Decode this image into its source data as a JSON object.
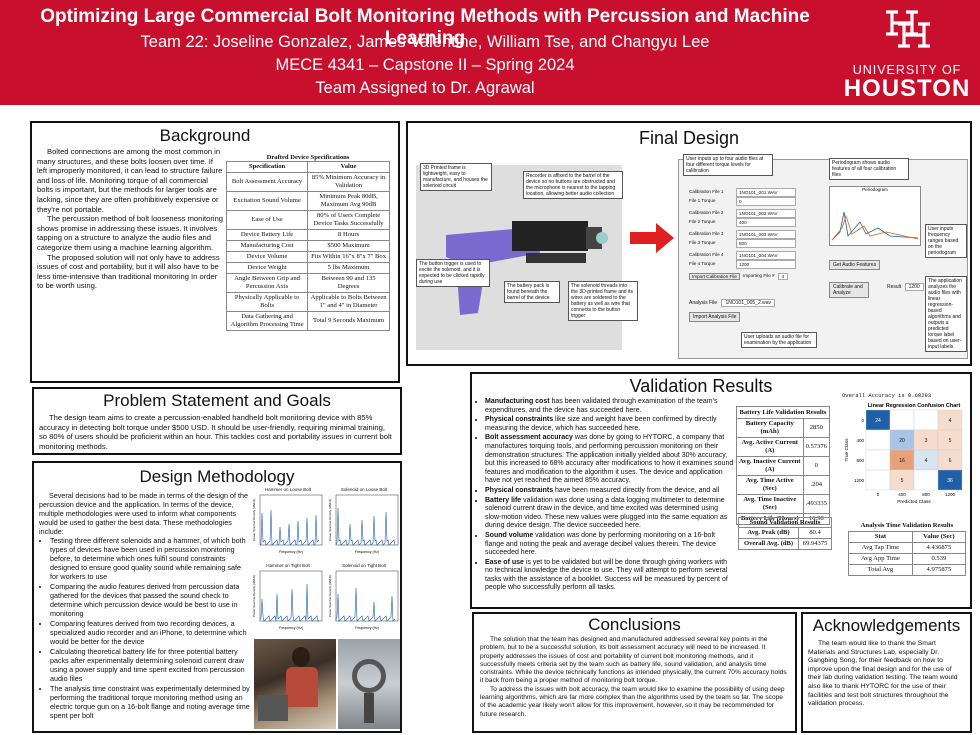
{
  "header": {
    "title": "Optimizing Large Commercial Bolt Monitoring Methods with Percussion and Machine Learning",
    "team": "Team 22: Joseline Gonzalez, James Valentine, William Tse, and Changyu Lee",
    "course": "MECE 4341 – Capstone II – Spring 2024",
    "advisor": "Team Assigned to Dr. Agrawal",
    "logo_line1": "UNIVERSITY OF",
    "logo_line2": "HOUSTON"
  },
  "background": {
    "title": "Background",
    "p1": "Bolted connections are among the most common in many structures, and these bolts loosen over time. If left improperly monitored, it can lead to structure failure and loss of life. Monitoring torque of all commercial bolts is important, but the methods for larger tools are lacking, since they are often prohibitively expensive or they're not portable.",
    "p2": "The percussion method of bolt looseness monitoring shows promise in addressing these issues. It involves tapping on a structure to analyze the audio files and categorize them using a machine learning algorithm.",
    "p3": "The proposed solution will not only have to address issues of cost and portability, but it will also have to be less time-intensive than traditional monitoring In order to be worth using.",
    "table_caption": "Drafted Device Specifications",
    "table_headers": [
      "Specification",
      "Value"
    ],
    "table_rows": [
      [
        "Bolt Assessment Accuracy",
        "85% Minimum Accuracy in Validation"
      ],
      [
        "Excitation Sound Volume",
        "Minimum Peak 80dB, Maximum Avg 90dB"
      ],
      [
        "Ease of Use",
        "80% of Users Complete Device Tasks Successfully"
      ],
      [
        "Device Battery Life",
        "8 Hours"
      ],
      [
        "Manufacturing Cost",
        "$500 Maximum"
      ],
      [
        "Device Volume",
        "Fits Within 16\"x 8\"x 7\" Box"
      ],
      [
        "Device Weight",
        "5  lbs Maximum"
      ],
      [
        "Angle Between Grip and Percussion Axis",
        "Between 90 and 135 Degrees"
      ],
      [
        "Physically Applicable to Bolts",
        "Applicable to Bolts Between 1\" and 4\" in Diameter"
      ],
      [
        "Data Gathering and Algorithm Processing Time",
        "Total 9 Seconds Maximum"
      ]
    ]
  },
  "problem": {
    "title": "Problem Statement and Goals",
    "text": "The design team aims to create a percussion-enabled handheld bolt monitoring device with 85% accuracy in detecting bolt torque under $500 USD. It should be user-friendly, requiring minimal training, so 80% of users should be proficient within an hour. This tackles cost and portability issues in current bolt monitoring methods."
  },
  "methodology": {
    "title": "Design Methodology",
    "intro": "Several decisions had to be made in terms of the design of the percussion device and the application. In terms of the device, multiple methodologies were used to inform what components would be used to gather the best data. These methodologies include:",
    "bullets": [
      "Testing three different solenoids and a hammer, of which both types of devices have been used in percussion monitoring before, to determine which ones fulfil sound constraints designed to ensure good quality sound while remaining safe for workers to use",
      "Comparing the audio features derived from percussion data gathered for the devices that passed the sound check to determine which percussion device would be best to use in monitoring",
      "Comparing features derived from two recording devices, a specialized audio recorder and an iPhone, to determine which would be better for the device",
      "Calculating theoretical battery life for three potential battery packs after experimentally determining solenoid current draw using a power supply and time spent excited from percussion audio files",
      "The analysis time constraint was experimentally determined by performing the traditional torque monitoring method using an electric torque gun on a 16-bolt flange and noting average time spent per bolt"
    ],
    "plot_titles": [
      "Hammer on Loose Bolt",
      "Solenoid on Loose Bolt",
      "Hammer on Tight Bolt",
      "Solenoid on Tight Bolt"
    ],
    "plot_ylabel": "Power Spectral Density (dB/Hz)",
    "plot_xlabel": "Frequency (Hz)"
  },
  "final_design": {
    "title": "Final Design",
    "annotations": [
      "3D Printed frame is lightweight, easy to manufacture, and houses the solenoid circuit",
      "Recorder is affixed to the barrel of the device so no buttons are obstructed and the microphone is nearest to the tapping location, allowing better audio collection",
      "The button trigger is used to excite the solenoid, and it is expected to be clicked rapidly during use",
      "The battery pack is found beneath the barrel of the device",
      "The solenoid threads into the 3D-printed frame and its wires are soldered to the battery as well as wire that connects to the button trigger",
      "User inputs up to four audio files at four different torque levels for calibration",
      "Periodogram shows audio features of all four calibration files",
      "User inputs frequency ranges based on the periodogram",
      "The application analyzes the audio files with linear regression-based algorithms and outputs a predicted torque label based on user-input labels.",
      "User uploads an audio file for examination by the application"
    ],
    "app_labels": [
      "Calibration File 1",
      "File 1 Torque",
      "Calibration File 2",
      "File 2 Torque",
      "Calibration File 3",
      "File 3 Torque",
      "Calibration File 4",
      "File 4 Torque",
      "Import Calibration File",
      "Importing File #",
      "Get Audio Features",
      "Calibrate and Analyze",
      "Analysis File",
      "Import Analysis File",
      "Result",
      "Periodogram"
    ],
    "app_values": [
      "1NO101_001.WAV",
      "0",
      "1NO101_002.WAV",
      "400",
      "1NO101_003.WAV",
      "800",
      "1NO101_004.WAV",
      "1200",
      "4",
      "1NO101_005_2.wav",
      "1200"
    ]
  },
  "validation": {
    "title": "Validation Results",
    "bullets": [
      {
        "bold": "Manufacturing cost",
        "text": " has been validated through examination of the team's expenditures, and the device has succeeded here."
      },
      {
        "bold": "Physical constraints",
        "text": " like size and weight have been confirmed by directly measuring the device, which has succeeded here."
      },
      {
        "bold": "Bolt assessment accuracy",
        "text": " was done by going to HYTORC, a company that manufactures torquing tools, and performing percussion monitoring on their demonstration structures. The application initially yielded about 30% accuracy, but this increased to 68% accuracy after modifications to how it examines sound features and modification to the algorithm it uses. The device and application have not yet reached the aimed 85% accuracy."
      },
      {
        "bold": "Physical constraints",
        "text": " have been measured directly from the device, and all"
      },
      {
        "bold": "Battery life",
        "text": " validation was done using a data logging multimeter to determine solenoid current draw in the device, and time excited was determined using slow-motion video. These new values were plugged into the same equation as during device design. The device succeeded here."
      },
      {
        "bold": "Sound volume",
        "text": " validation was done by performing monitoring on a 16-bolt flange and noting the peak and average decibel values therein. The device succeeded here."
      },
      {
        "bold": "Ease of use",
        "text": " is yet to be validated but will be done through giving workers with no technical knowledge the device to use. They will attempt to perform several tasks with the assistance of a booklet. Success will be measured by percent of people who successfully perform all tasks."
      }
    ],
    "battery_caption": "Battery Life Validation Results",
    "battery_rows": [
      [
        "Battery Capacity (mAh)",
        "2850"
      ],
      [
        "Avg. Active Current (A)",
        "0.57376"
      ],
      [
        "Avg. Inactive Current (A)",
        "0"
      ],
      [
        "Avg. Time Active (Sec)",
        ".204"
      ],
      [
        "Avg. Time Inactive (Sec)",
        ".493335"
      ],
      [
        "Battery Life (Hours)",
        "16.98"
      ]
    ],
    "sound_caption": "Sound Validation Results",
    "sound_rows": [
      [
        "Avg. Peak (dB)",
        "80.4"
      ],
      [
        "Overall Avg. (dB)",
        "69.94375"
      ]
    ],
    "time_caption": "Analysis Time Validation Results",
    "time_headers": [
      "Stat",
      "Value (Sec)"
    ],
    "time_rows": [
      [
        "Avg Tap Time",
        "4.436875"
      ],
      [
        "Avg App Time",
        "0.539"
      ],
      [
        "Total Avg",
        "4.975875"
      ]
    ],
    "accuracy_line": "Overall Accuracy is 0.68293",
    "confusion_title": "Linear Regression Confusion Chart",
    "confusion_ylabel": "True Class",
    "confusion_xlabel": "Predicted Class",
    "confusion_classes": [
      "0",
      "400",
      "800",
      "1200"
    ],
    "confusion_matrix": [
      [
        24,
        "",
        "",
        4
      ],
      [
        "",
        20,
        3,
        5
      ],
      [
        "",
        16,
        4,
        6
      ],
      [
        "",
        5,
        "",
        36
      ]
    ]
  },
  "conclusions": {
    "title": "Conclusions",
    "p1": "The solution that the team has designed and manufactured addressed several key points in the problem, but to be a successful solution, its bolt assessment accuracy will need to be increased. It properly addresses the issues of cost and portability of current bolt monitoring methods, and it successfully meets criteria set by the team such as battery life, sound validation, and analysis time constraints. While the device technically functions as intended physically, the current 70% accuracy holds it back from being a proper method of monitoring bolt torque.",
    "p2": "To address the issues with bolt accuracy, the team would like to examine the possibility of using deep learning algorithms, which are far more complex than the algorithms used by the team so far. The scope of the academic year likely won't allow for this improvement, however, so it may be recommended for future research."
  },
  "ack": {
    "title": "Acknowledgements",
    "text": "The team would like to thank the Smart Materials and Structures Lab, especially Dr. Gangbing Song, for their feedback on how to improve upon the final design and for the use of their lab during validation testing. The team would also like to thank HYTORC for the use of their facilities and test bolt structures throughout the validation process."
  },
  "colors": {
    "brand": "#c8102e",
    "heatmap_high": "#1f5fa8",
    "heatmap_mid": "#f2c9b4",
    "arrow": "#e02020",
    "gun": "#7a6ad0"
  }
}
